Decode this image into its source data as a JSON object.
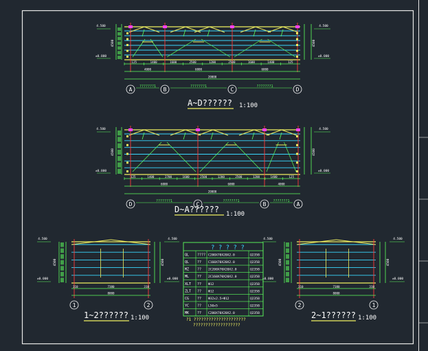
{
  "palette": {
    "background": "#212830",
    "frame": "#e8e8e8",
    "structure": "#f0f060",
    "grid_lines": "#39d8ff",
    "columns": "#ff3b3b",
    "dimensions": "#5cff5c",
    "annotations": "#ff40ff",
    "labels": "#ffffff"
  },
  "views": [
    {
      "title": "A~D??????",
      "scale": "1:100",
      "axes": [
        "A",
        "B",
        "C",
        "D"
      ],
      "axis_notes": [
        "???????1",
        "???????1",
        "???????1"
      ],
      "bottom_dims": [
        "125",
        "1400",
        "1600",
        "2500",
        "1200",
        "2500",
        "1600",
        "1400",
        "125"
      ],
      "span_dims": [
        "4000",
        "6000",
        "6000"
      ],
      "total_dim": "20000",
      "left_dims": [
        "4.500",
        "±0.000"
      ],
      "right_dims": [
        "4.500",
        "±0.000"
      ],
      "side_total": "4500"
    },
    {
      "title": "D~A??????",
      "scale": "1:100",
      "axes": [
        "D",
        "C",
        "B",
        "A"
      ],
      "axis_notes": [
        "???????1",
        "???????1",
        "???????1"
      ],
      "bottom_dims": [
        "125",
        "1400",
        "2700",
        "1600",
        "2500",
        "1200",
        "2500",
        "1200",
        "1400",
        "125"
      ],
      "span_dims": [
        "6000",
        "6000",
        "4000"
      ],
      "total_dim": "20000",
      "left_dims": [
        "4.500",
        "±0.000"
      ],
      "right_dims": [
        "4.500",
        "±0.000"
      ],
      "side_total": "4500"
    },
    {
      "title": "1~2??????",
      "scale": "1:100",
      "axes": [
        "1",
        "2"
      ],
      "bottom_dims": [
        "310",
        "7380",
        "310"
      ],
      "total_dim": "8000",
      "left_dims": [
        "4.500",
        "±0.000"
      ],
      "right_dims": [
        "4.500",
        "±0.000"
      ],
      "side_total": "4500"
    },
    {
      "title": "2~1??????",
      "scale": "1:100",
      "axes": [
        "2",
        "1"
      ],
      "bottom_dims": [
        "310",
        "7380",
        "310"
      ],
      "total_dim": "8000",
      "left_dims": [
        "4.500",
        "±0.000"
      ],
      "right_dims": [
        "4.500",
        "±0.000"
      ],
      "side_total": "4500"
    }
  ],
  "table": {
    "title": "? ? ? ? ?",
    "rows": [
      [
        "QL",
        "????",
        "C200X70X20X2.0",
        "Q235B"
      ],
      [
        "QL",
        "??",
        "C160X70X20X2.0",
        "Q235B"
      ],
      [
        "MZ",
        "??",
        "2C200X70X20X2.0",
        "Q235B"
      ],
      [
        "ML",
        "??",
        "2C160X70X20X2.0",
        "Q235B"
      ],
      [
        "XLT",
        "??",
        "Φ12",
        "Q235B"
      ],
      [
        "ZLT",
        "??",
        "Φ12",
        "Q235B"
      ],
      [
        "CG",
        "??",
        "Φ32x2.5+Φ12",
        "Q235B"
      ],
      [
        "YC",
        "??",
        "L50x5",
        "Q235B"
      ],
      [
        "MK",
        "??",
        "C200X70X20X2.0",
        "Q235B"
      ]
    ],
    "notes": [
      "?1 ?????????????????????",
      "???????????????????"
    ]
  }
}
